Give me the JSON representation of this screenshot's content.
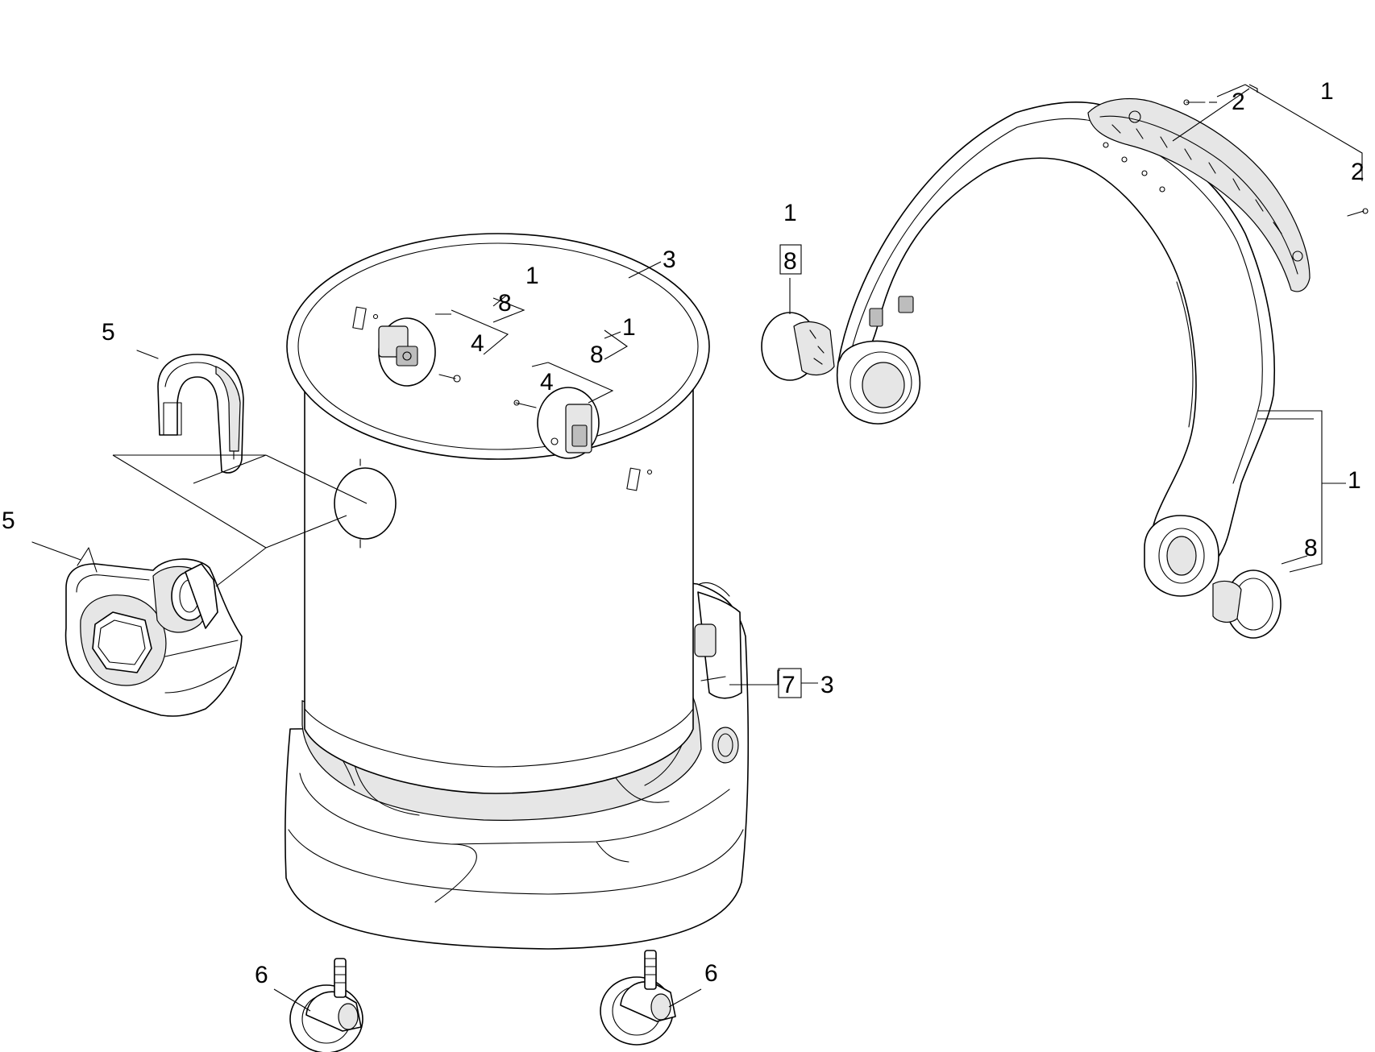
{
  "callouts": [
    {
      "id": "c1",
      "text": "1"
    },
    {
      "id": "c2",
      "text": "2"
    },
    {
      "id": "c3",
      "text": "2"
    },
    {
      "id": "c4",
      "text": "1"
    },
    {
      "id": "c5",
      "text": "8"
    },
    {
      "id": "c6",
      "text": "1"
    },
    {
      "id": "c7",
      "text": "8"
    },
    {
      "id": "c8",
      "text": "3"
    },
    {
      "id": "c9",
      "text": "1"
    },
    {
      "id": "c10",
      "text": "8"
    },
    {
      "id": "c11",
      "text": "4"
    },
    {
      "id": "c12",
      "text": "1"
    },
    {
      "id": "c13",
      "text": "8"
    },
    {
      "id": "c14",
      "text": "4"
    },
    {
      "id": "c15",
      "text": "5"
    },
    {
      "id": "c16",
      "text": "5"
    },
    {
      "id": "c17",
      "text": "7"
    },
    {
      "id": "c18",
      "text": "3"
    },
    {
      "id": "c19",
      "text": "6"
    },
    {
      "id": "c20",
      "text": "6"
    }
  ],
  "colors": {
    "line": "#000000",
    "background": "#ffffff",
    "shade": "#e6e6e6"
  }
}
